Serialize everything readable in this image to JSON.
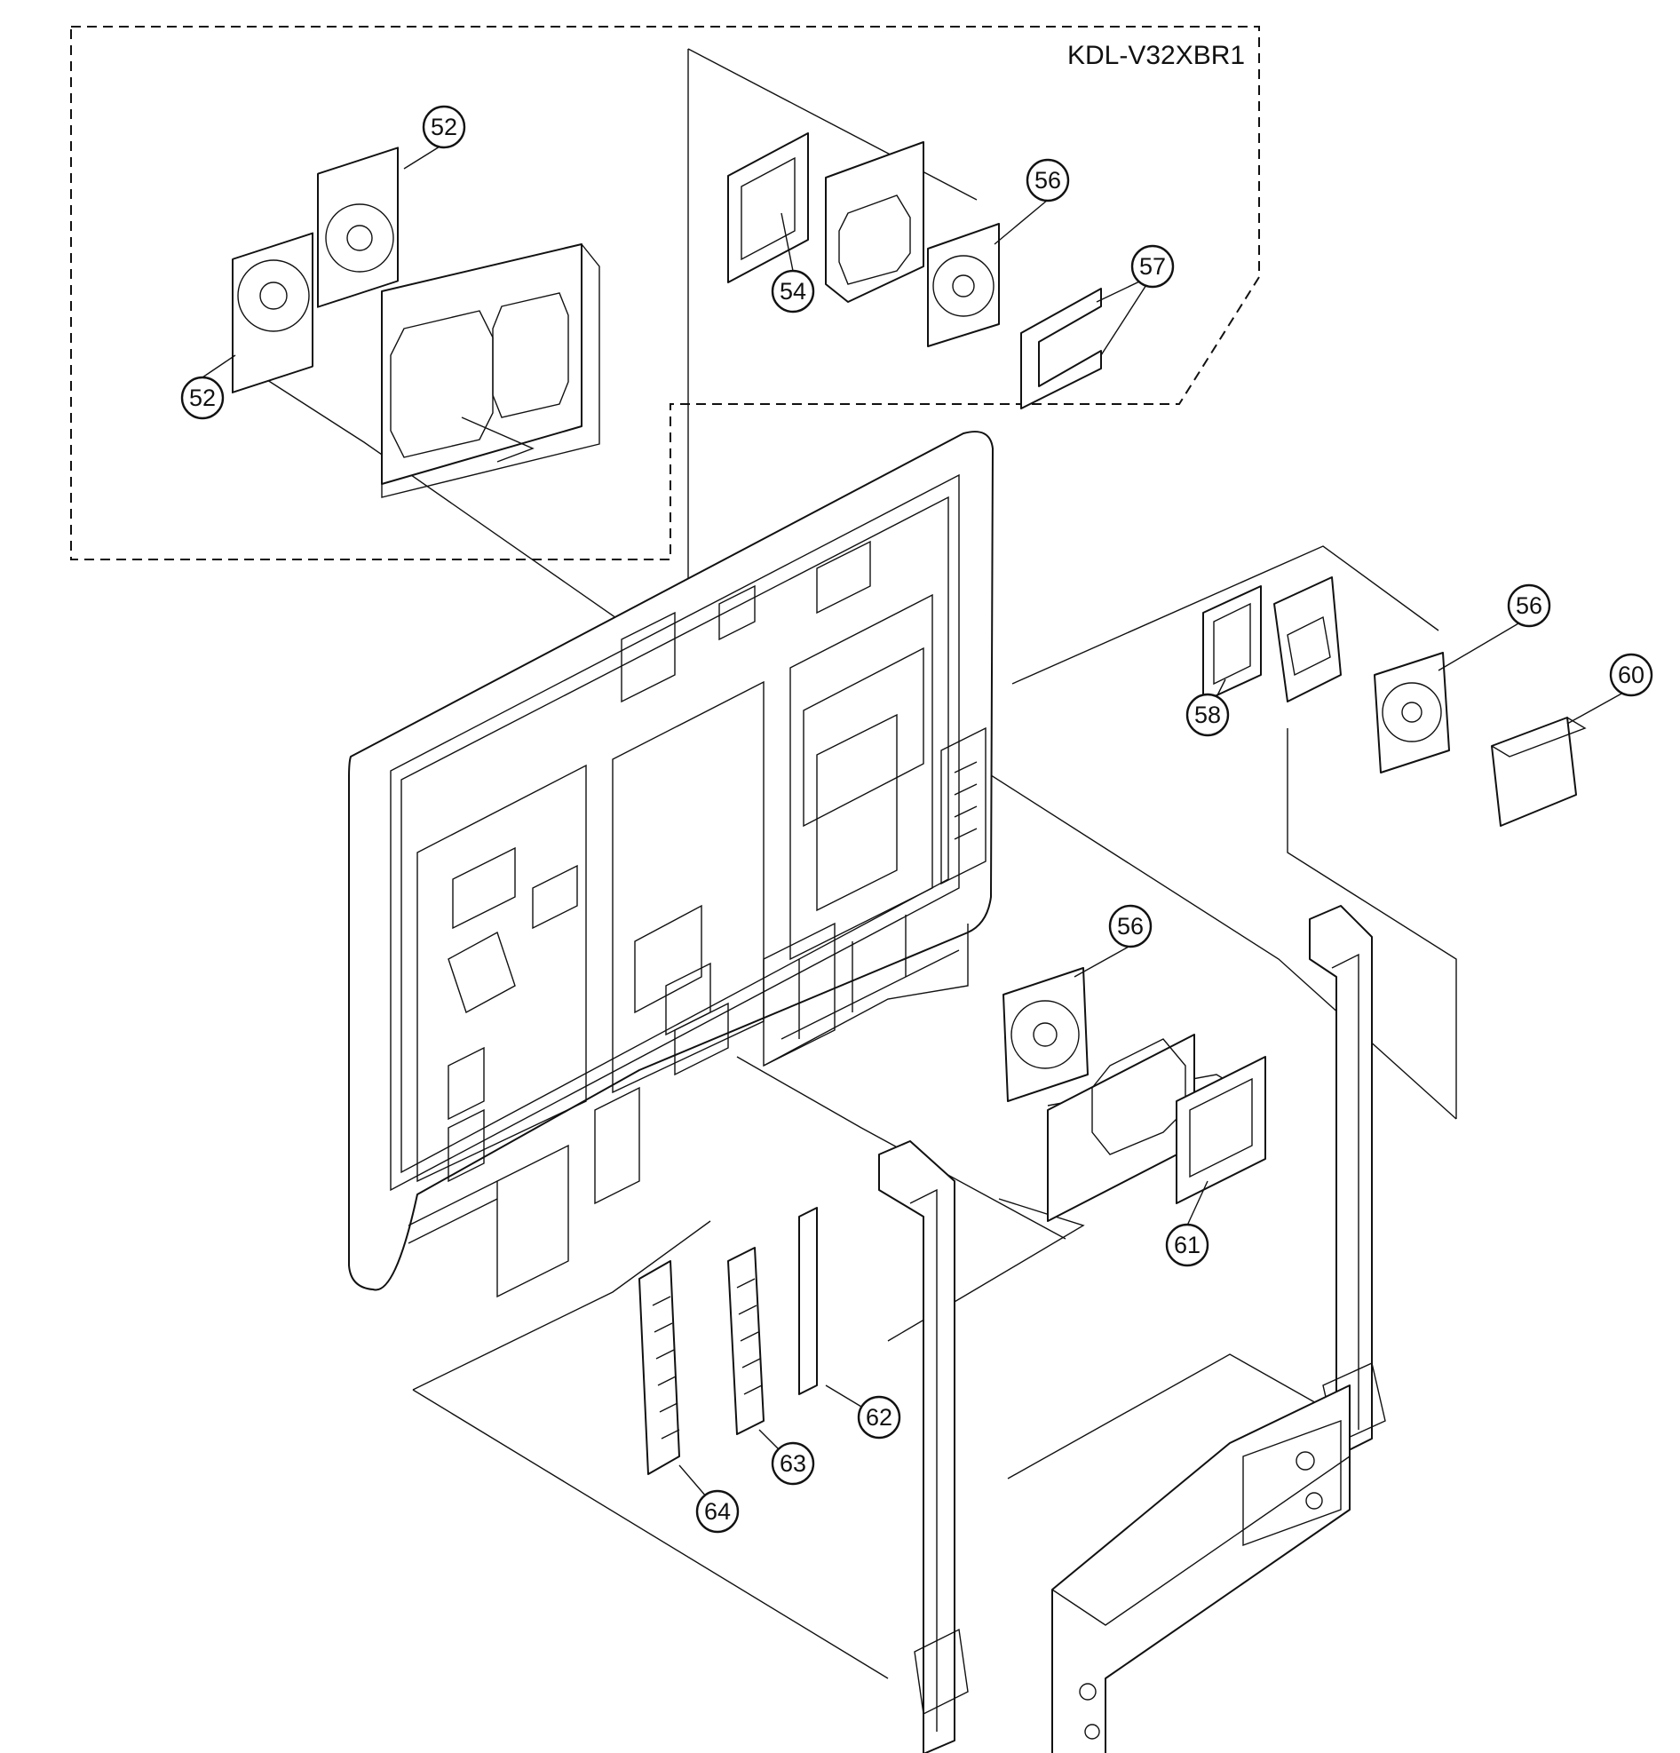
{
  "model_label": "KDL-V32XBR1",
  "callouts": [
    "52",
    "52",
    "54",
    "56",
    "57",
    "56",
    "58",
    "60",
    "56",
    "61",
    "62",
    "63",
    "64"
  ],
  "icons": [
    "fan-icon",
    "fan-bracket-icon",
    "cushion-icon",
    "cover-icon",
    "terminal-bracket-icon",
    "frame-stand-icon"
  ]
}
